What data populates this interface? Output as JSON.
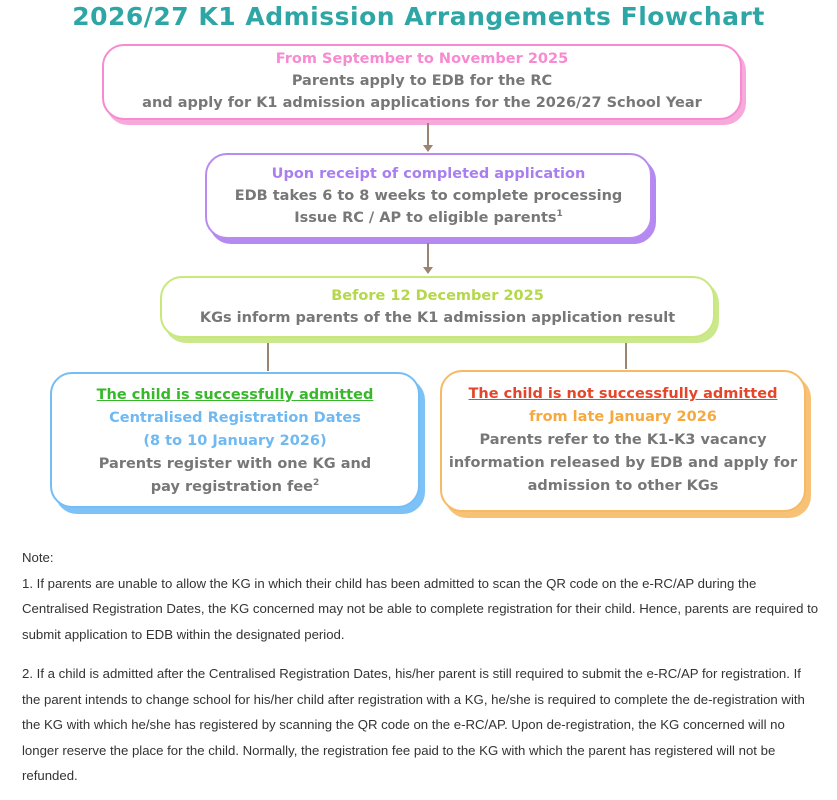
{
  "title": "2026/27 K1 Admission Arrangements Flowchart",
  "step1": {
    "period": "From September to November 2025",
    "line1": "Parents apply to EDB for the RC",
    "line2": "and apply for K1 admission applications for the 2026/27 School Year"
  },
  "step2": {
    "heading": "Upon receipt of completed application",
    "line1": "EDB takes 6 to 8 weeks to complete processing",
    "line2": "Issue RC / AP to eligible parents",
    "sup": "1"
  },
  "step3": {
    "heading": "Before 12 December 2025",
    "line1": "KGs inform parents of the K1 admission application result"
  },
  "admitted": {
    "heading": "The child is successfully admitted",
    "sub1": "Centralised Registration Dates",
    "sub2": "(8 to 10 January 2026)",
    "line1": "Parents register with one KG and",
    "line2": "pay registration fee",
    "sup": "2"
  },
  "not_admitted": {
    "heading": "The child is not successfully admitted",
    "sub1": "from late January 2026",
    "line1": "Parents refer to the K1-K3 vacancy",
    "line2": "information released by EDB and apply for",
    "line3": "admission to other KGs"
  },
  "notes": {
    "label": "Note:",
    "note1": "1. If parents are unable to allow the KG in which their child has been admitted to scan the QR code on the e-RC/AP during the Centralised Registration Dates, the KG concerned may not be able to complete registration for their child. Hence, parents are required to submit application to EDB within the designated period.",
    "note2": "2. If a child is admitted after the Centralised Registration Dates, his/her parent is still required to submit the e-RC/AP for registration.  If the parent intends to change school for his/her child after registration with a KG, he/she is required to complete the de-registration with the KG with which he/she has registered by scanning the QR code on the e-RC/AP. Upon de-registration, the KG concerned will no longer reserve the place for the child.  Normally, the registration fee paid to the KG with which the parent has registered will not be refunded."
  }
}
